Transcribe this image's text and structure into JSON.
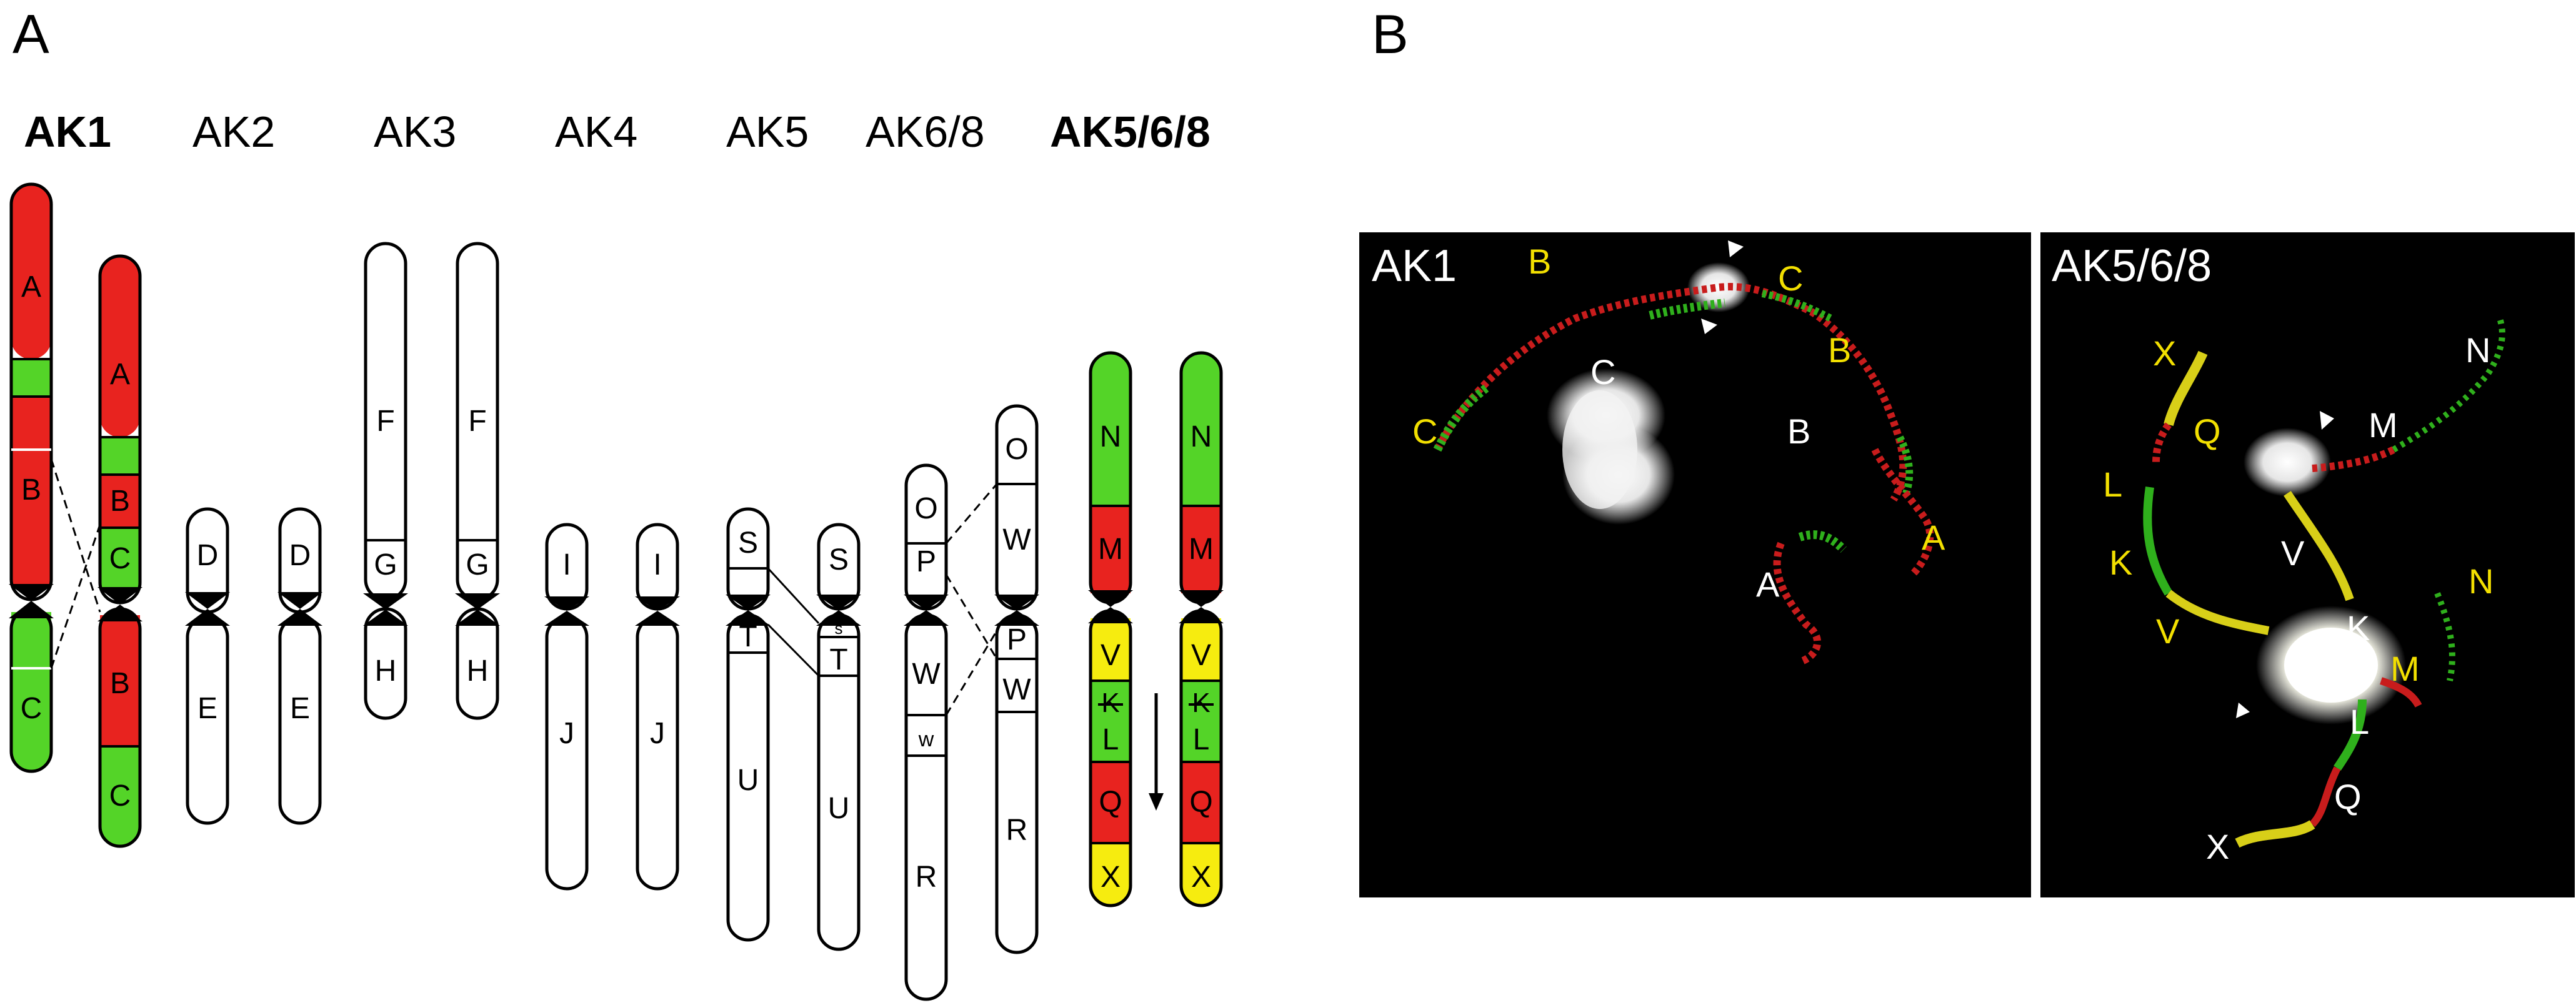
{
  "panel_a": {
    "label": "A",
    "karyotypes": [
      {
        "name": "AK1",
        "bold": true
      },
      {
        "name": "AK2",
        "bold": false
      },
      {
        "name": "AK3",
        "bold": false
      },
      {
        "name": "AK4",
        "bold": false
      },
      {
        "name": "AK5",
        "bold": false
      },
      {
        "name": "AK6/8",
        "bold": false
      },
      {
        "name": "AK5/6/8",
        "bold": true
      }
    ],
    "chromosomes": [
      {
        "id": "ak1-left",
        "segments": [
          {
            "label": "A",
            "color": "red"
          },
          {
            "label": "",
            "color": "green"
          },
          {
            "label": "",
            "color": "red"
          },
          {
            "label": "B",
            "color": "red"
          },
          {
            "label": "",
            "color": "green"
          },
          {
            "label": "C",
            "color": "green"
          }
        ]
      },
      {
        "id": "ak1-right",
        "segments": [
          {
            "label": "A",
            "color": "red"
          },
          {
            "label": "",
            "color": "green"
          },
          {
            "label": "B",
            "color": "red"
          },
          {
            "label": "C",
            "color": "green"
          },
          {
            "label": "B",
            "color": "red"
          },
          {
            "label": "C",
            "color": "green"
          }
        ]
      },
      {
        "id": "ak2-left",
        "segments": [
          {
            "label": "D",
            "color": "white"
          },
          {
            "label": "E",
            "color": "white"
          }
        ]
      },
      {
        "id": "ak2-right",
        "segments": [
          {
            "label": "D",
            "color": "white"
          },
          {
            "label": "E",
            "color": "white"
          }
        ]
      },
      {
        "id": "ak3-left",
        "segments": [
          {
            "label": "F",
            "color": "white"
          },
          {
            "label": "G",
            "color": "white"
          },
          {
            "label": "H",
            "color": "white"
          }
        ]
      },
      {
        "id": "ak3-right",
        "segments": [
          {
            "label": "F",
            "color": "white"
          },
          {
            "label": "G",
            "color": "white"
          },
          {
            "label": "H",
            "color": "white"
          }
        ]
      },
      {
        "id": "ak4-left",
        "segments": [
          {
            "label": "I",
            "color": "white"
          },
          {
            "label": "J",
            "color": "white"
          }
        ]
      },
      {
        "id": "ak4-right",
        "segments": [
          {
            "label": "I",
            "color": "white"
          },
          {
            "label": "J",
            "color": "white"
          }
        ]
      },
      {
        "id": "ak5-left",
        "segments": [
          {
            "label": "S",
            "color": "white"
          },
          {
            "label": "T",
            "color": "white"
          },
          {
            "label": "U",
            "color": "white"
          }
        ]
      },
      {
        "id": "ak5-right",
        "segments": [
          {
            "label": "S",
            "color": "white"
          },
          {
            "label": "s",
            "color": "white"
          },
          {
            "label": "T",
            "color": "white"
          },
          {
            "label": "U",
            "color": "white"
          }
        ]
      },
      {
        "id": "ak68-left",
        "segments": [
          {
            "label": "O",
            "color": "white"
          },
          {
            "label": "P",
            "color": "white"
          },
          {
            "label": "W",
            "color": "white"
          },
          {
            "label": "w",
            "color": "white"
          },
          {
            "label": "R",
            "color": "white"
          }
        ]
      },
      {
        "id": "ak68-right",
        "segments": [
          {
            "label": "O",
            "color": "white"
          },
          {
            "label": "W",
            "color": "white"
          },
          {
            "label": "P",
            "color": "white"
          },
          {
            "label": "W",
            "color": "white"
          },
          {
            "label": "R",
            "color": "white"
          }
        ]
      },
      {
        "id": "ak568-left",
        "segments": [
          {
            "label": "N",
            "color": "green"
          },
          {
            "label": "M",
            "color": "red"
          },
          {
            "label": "V",
            "color": "yellow"
          },
          {
            "label": "K",
            "color": "yellow"
          },
          {
            "label": "L",
            "color": "green"
          },
          {
            "label": "Q",
            "color": "red"
          },
          {
            "label": "X",
            "color": "yellow"
          }
        ]
      },
      {
        "id": "ak568-right",
        "segments": [
          {
            "label": "N",
            "color": "green"
          },
          {
            "label": "M",
            "color": "red"
          },
          {
            "label": "V",
            "color": "yellow"
          },
          {
            "label": "K",
            "color": "yellow"
          },
          {
            "label": "L",
            "color": "green"
          },
          {
            "label": "Q",
            "color": "red"
          },
          {
            "label": "X",
            "color": "yellow"
          }
        ]
      }
    ]
  },
  "panel_b": {
    "label": "B",
    "images": [
      {
        "title": "AK1",
        "labels": [
          "B",
          "C",
          "C",
          "B",
          "C",
          "B",
          "A",
          "A"
        ]
      },
      {
        "title": "AK5/6/8",
        "labels": [
          "X",
          "Q",
          "N",
          "M",
          "L",
          "K",
          "V",
          "V",
          "N",
          "K",
          "M",
          "L",
          "Q",
          "X"
        ]
      }
    ]
  },
  "colors": {
    "red": "#e8231f",
    "green": "#54d428",
    "yellow": "#f6ec0f",
    "white": "#ffffff",
    "outline": "#000000",
    "photo_background": "#000000",
    "yellow_label": "#f2df00"
  }
}
